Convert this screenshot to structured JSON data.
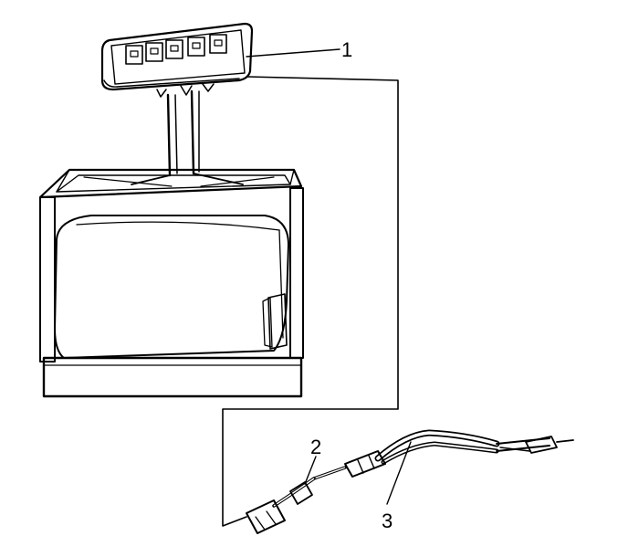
{
  "callouts": [
    {
      "number": "1"
    },
    {
      "number": "2"
    },
    {
      "number": "3"
    }
  ],
  "colors": {
    "ink": "#000000",
    "stipple": "#8a8a8a",
    "background": "#ffffff"
  },
  "parts": {
    "1": "control-module",
    "2": "wiring-connector",
    "3": "wiring-harness"
  }
}
